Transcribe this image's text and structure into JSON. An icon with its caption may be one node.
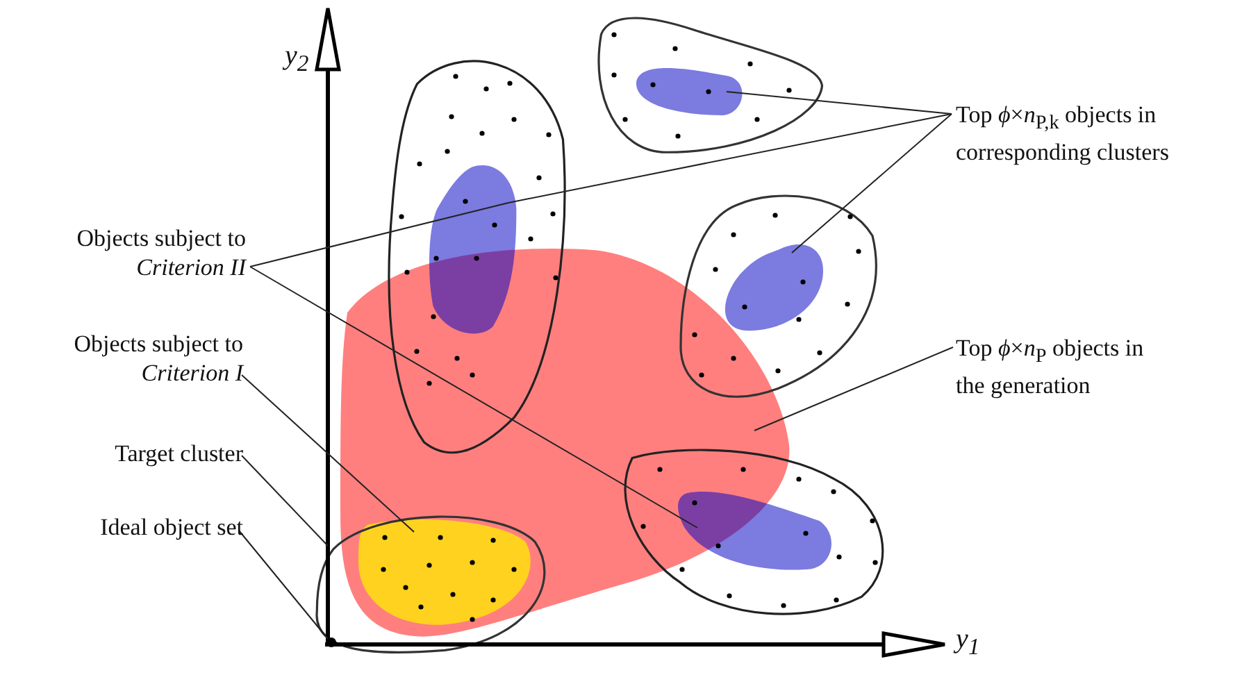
{
  "diagram": {
    "nodes": [
      {
        "text": [
          "Top *ϕ*×*n*$_{P,k}$ objects in corresponding clusters"
        ]
      },
      {
        "text": [
          "Objects subject to *Criterion II*"
        ]
      },
      {
        "text": [
          "Objects subject to *Criterion I*"
        ]
      },
      {
        "text": [
          "Top *ϕ*×*n*$_{P}$ objects in the generation"
        ]
      },
      {
        "text": [
          "Target cluster"
        ]
      },
      {
        "text": [
          "Ideal object set"
        ]
      },
      {
        "text": [],
        "shape": "blob"
      },
      {
        "text": [],
        "shape": "blob",
        "in": 6
      },
      {
        "text": [],
        "shape": "blob"
      },
      {
        "text": [],
        "shape": "blob",
        "in": 8
      },
      {
        "text": [],
        "shape": "blob"
      },
      {
        "text": [],
        "shape": "blob",
        "in": 10
      },
      {
        "text": [],
        "shape": "blob"
      },
      {
        "text": [],
        "shape": "blob",
        "in": 12
      },
      {
        "text": [],
        "shape": "blob"
      },
      {
        "text": [],
        "shape": "blob"
      },
      {
        "text": [],
        "shape": "blob"
      },
      {
        "text": [],
        "shape": "dot"
      }
    ],
    "edges": [
      {
        "from": 0,
        "to": 7,
        "arrow": "none"
      },
      {
        "from": 0,
        "to": 9,
        "arrow": "none"
      },
      {
        "from": 0,
        "to": 11,
        "arrow": "none"
      },
      {
        "from": 1,
        "to": 9,
        "arrow": "none"
      },
      {
        "from": 1,
        "to": 13,
        "arrow": "none"
      },
      {
        "from": 2,
        "to": 15,
        "arrow": "none"
      },
      {
        "from": 3,
        "to": 16,
        "arrow": "none"
      },
      {
        "from": 4,
        "to": 14,
        "arrow": "none"
      },
      {
        "from": 5,
        "to": 17,
        "arrow": "none"
      }
    ],
    "labels": [
      "y$_{2}$",
      "y$_{1}$"
    ]
  }
}
